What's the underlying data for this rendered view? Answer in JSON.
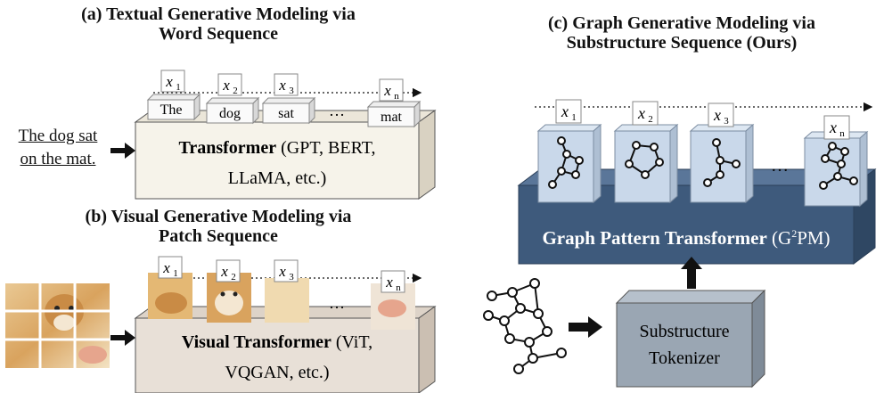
{
  "panel_a": {
    "title_line1": "(a) Textual Generative Modeling via",
    "title_line2": "Word Sequence",
    "input_line1": "The dog sat",
    "input_line2": "on the mat.",
    "tokens": [
      "The",
      "dog",
      "sat",
      "…",
      "mat"
    ],
    "model_bold": "Transformer",
    "model_rest1": " (GPT, BERT,",
    "model_rest2": "LLaMA, etc.)"
  },
  "panel_b": {
    "title_line1": "(b) Visual Generative Modeling via",
    "title_line2": "Patch Sequence",
    "ellipsis": "…",
    "model_bold": "Visual Transformer",
    "model_rest1": " (ViT,",
    "model_rest2": "VQGAN, etc.)"
  },
  "panel_c": {
    "title_line1": "(c) Graph Generative Modeling via",
    "title_line2": "Substructure Sequence (Ours)",
    "ellipsis": "…",
    "model_bold": "Graph Pattern Transformer",
    "model_rest_pre": " (G",
    "model_rest_sup": "2",
    "model_rest_post": "PM)",
    "tokenizer_line1": "Substructure",
    "tokenizer_line2": "Tokenizer"
  },
  "position_labels": {
    "x1": "x",
    "s1": "1",
    "x2": "x",
    "s2": "2",
    "x3": "x",
    "s3": "3",
    "xn": "x",
    "sn": "n"
  },
  "colors": {
    "panel_a_box": "#f6f3ea",
    "panel_b_box": "#e8e0d7",
    "panel_c_box": "#3e5a7c",
    "graph_token": "#c9d8ea",
    "tokenizer": "#9aa6b3"
  }
}
